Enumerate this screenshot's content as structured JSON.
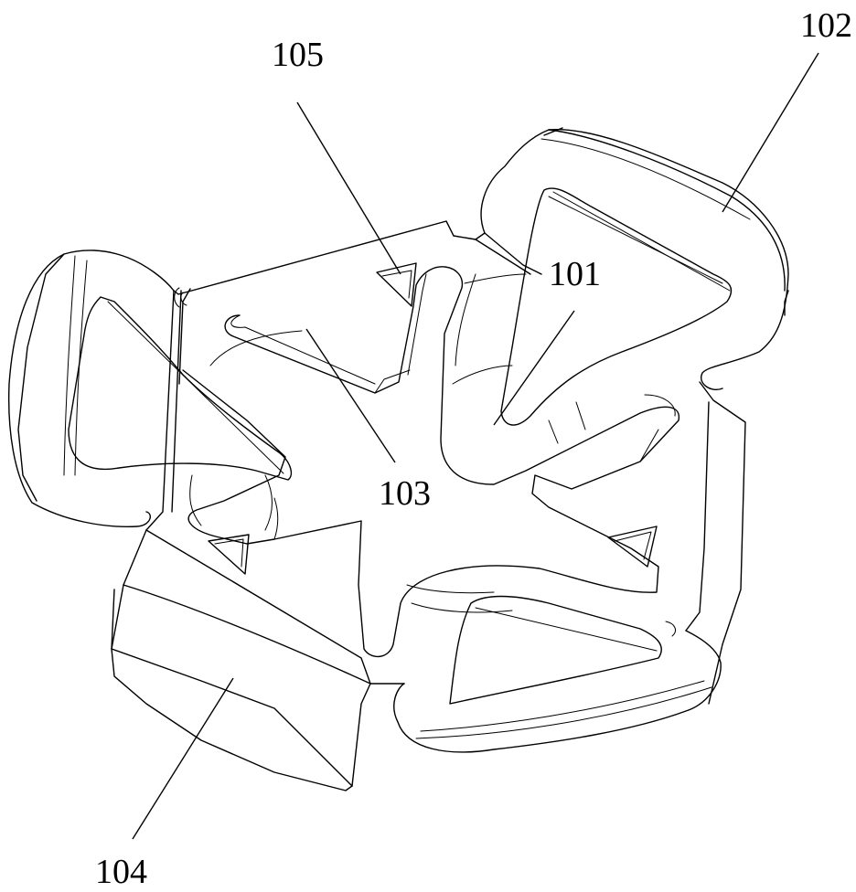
{
  "labels": {
    "l101": "101",
    "l102": "102",
    "l103": "103",
    "l104": "104",
    "l105": "105"
  },
  "colors": {
    "line": "#000000",
    "background": "#ffffff"
  }
}
